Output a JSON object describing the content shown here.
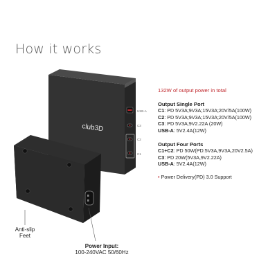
{
  "page": {
    "title": "How it works"
  },
  "specs": {
    "headline": "132W of output power in total",
    "single": {
      "heading": "Output Single Port",
      "lines": [
        {
          "port": "C1",
          "value": ": PD 5V3A;9V3A;15V3A;20V/5A(100W)"
        },
        {
          "port": "C2",
          "value": ": PD 5V3A;9V3A;15V3A;20V/5A(100W)"
        },
        {
          "port": "C3",
          "value": ": PD 5V3A;9V2.22A (20W)"
        },
        {
          "port": "USB-A",
          "value": ": 5V2.4A(12W)"
        }
      ]
    },
    "four": {
      "heading": "Output Four Ports",
      "lines": [
        {
          "port": "C1+C2",
          "value": ": PD 50W(PD:5V3A,9V3A,20V2.5A)"
        },
        {
          "port": "C3",
          "value": ": PD 20W(5V3A,9V2.22A)"
        },
        {
          "port": "USB-A",
          "value": ": 5V2.4A(12W)"
        }
      ]
    },
    "note": {
      "bullet": "•",
      "text": " Power Delivery(PD) 3.0 Support"
    }
  },
  "device": {
    "brand": "club3D",
    "port_labels": {
      "usb_a": "USB-A",
      "c3": "C3",
      "c2": "C2",
      "c1": "C1"
    }
  },
  "callouts": {
    "antislip_line1": "Anti-slip",
    "antislip_line2": "Feet",
    "power_title": "Power Input:",
    "power_value": "100-240VAC 50/60Hz"
  },
  "colors": {
    "accent": "#c0282d",
    "device_body": "#2a2a2a",
    "device_top": "#3a3a3a"
  }
}
